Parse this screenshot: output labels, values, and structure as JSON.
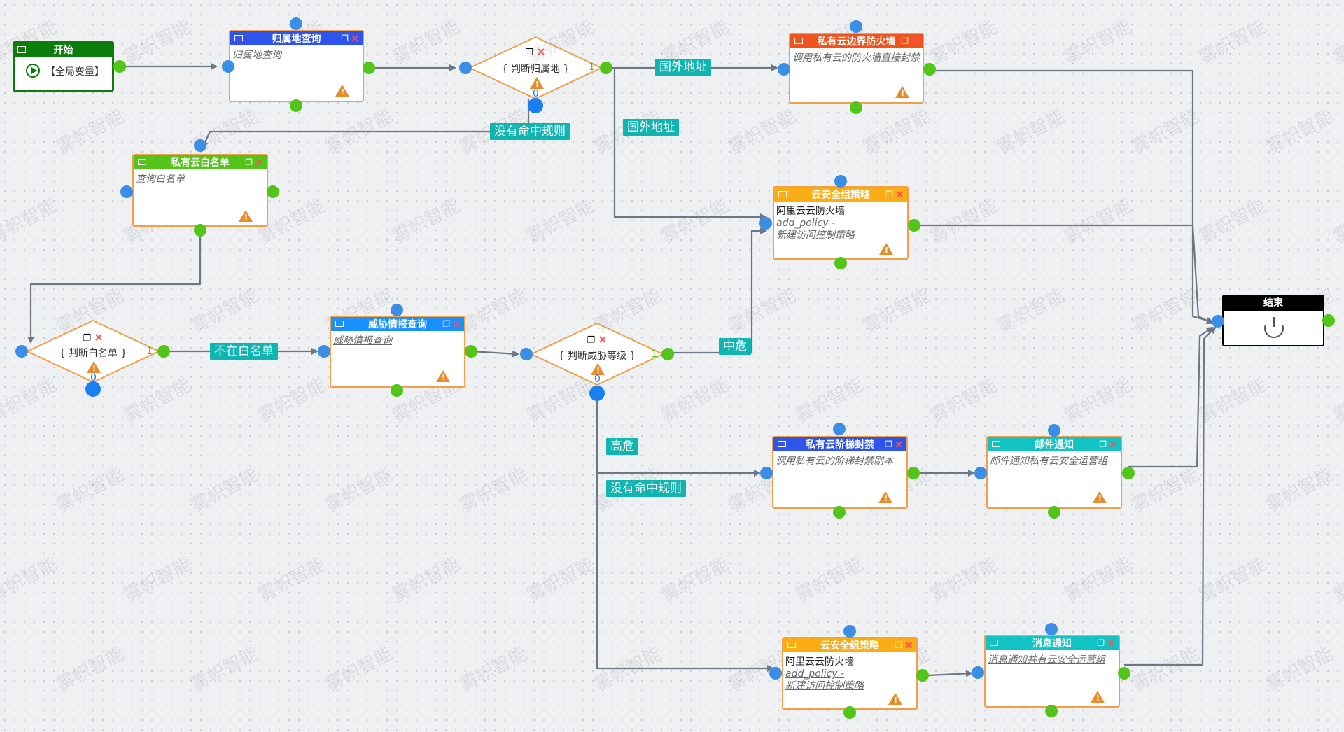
{
  "watermark": "雾帜智能",
  "start": {
    "title": "开始",
    "label": "【全局变量】"
  },
  "end": {
    "title": "结束"
  },
  "nodes": [
    {
      "title": "归属地查询",
      "color": "#2f54eb",
      "lines": [
        {
          "t": "归属地查询",
          "s": "ul"
        }
      ]
    },
    {
      "title": "私有云边界防火墙",
      "color": "#f0541e",
      "lines": [
        {
          "t": "调用私有云的防火墙直接封禁",
          "s": "ul"
        }
      ]
    },
    {
      "title": "私有云白名单",
      "color": "#52c41a",
      "lines": [
        {
          "t": "查询白名单",
          "s": "ul"
        }
      ]
    },
    {
      "title": "云安全组策略",
      "color": "#faad14",
      "lines": [
        {
          "t": "阿里云云防火墙",
          "s": "plain"
        },
        {
          "t": "add_policy -",
          "s": "ul"
        },
        {
          "t": "新建访问控制策略",
          "s": "ul"
        }
      ]
    },
    {
      "title": "威胁情报查询",
      "color": "#1890ff",
      "lines": [
        {
          "t": "威胁情报查询",
          "s": "ul"
        }
      ]
    },
    {
      "title": "私有云阶梯封禁",
      "color": "#2f54eb",
      "lines": [
        {
          "t": "调用私有云的阶梯封禁剧本",
          "s": "ul"
        }
      ]
    },
    {
      "title": "邮件通知",
      "color": "#13c2c2",
      "lines": [
        {
          "t": "邮件通知私有云安全运营组",
          "s": "ul"
        }
      ]
    },
    {
      "title": "云安全组策略",
      "color": "#faad14",
      "lines": [
        {
          "t": "阿里云云防火墙",
          "s": "plain"
        },
        {
          "t": "add_policy -",
          "s": "ul"
        },
        {
          "t": "新建访问控制策略",
          "s": "ul"
        }
      ]
    },
    {
      "title": "消息通知",
      "color": "#13c2c2",
      "lines": [
        {
          "t": "消息通知共有云安全运营组",
          "s": "ul"
        }
      ]
    }
  ],
  "decisions": [
    {
      "label": "{ 判断归属地 }",
      "out_true": "1",
      "out_false": "0"
    },
    {
      "label": "{ 判断白名单 }",
      "out_true": "1",
      "out_false": "0"
    },
    {
      "label": "{ 判断威胁等级 }",
      "out_true": "1",
      "out_false": "0"
    }
  ],
  "edge_labels": [
    "国外地址",
    "国外地址",
    "没有命中规则",
    "不在白名单",
    "中危",
    "高危",
    "没有命中规则"
  ]
}
